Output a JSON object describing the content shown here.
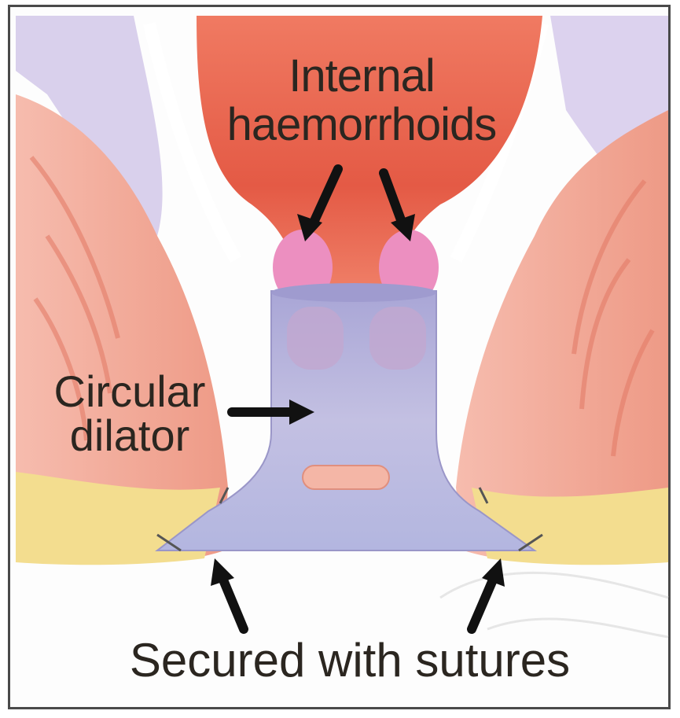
{
  "labels": {
    "internal_line1": "Internal",
    "internal_line2": "haemorrhoids",
    "dilator_line1": "Circular",
    "dilator_line2": "dilator",
    "sutures": "Secured with sutures"
  },
  "colors": {
    "frame_border": "#4a4a4a",
    "tissue_pink": "#f2a593",
    "rectum_red": "#e5644f",
    "haemorrhoid_pink": "#ec8fc0",
    "dilator_lavender": "#b7b2dc",
    "fat_yellow": "#f3dd8f",
    "arrow_black": "#111111",
    "label_text": "#2b2620"
  }
}
